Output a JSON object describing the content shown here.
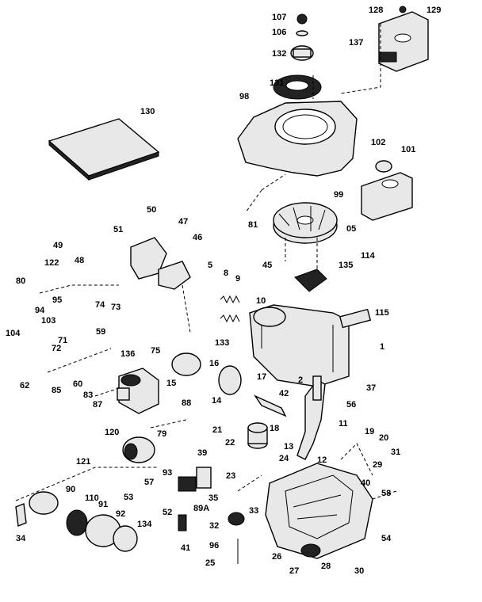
{
  "diagram": {
    "labels": [
      "107",
      "106",
      "128",
      "129",
      "137",
      "132",
      "131",
      "98",
      "130",
      "102",
      "101",
      "99",
      "81",
      "05",
      "114",
      "50",
      "47",
      "46",
      "51",
      "49",
      "48",
      "122",
      "80",
      "95",
      "74",
      "73",
      "94",
      "103",
      "104",
      "72",
      "71",
      "59",
      "75",
      "5",
      "8",
      "9",
      "10",
      "115",
      "45",
      "135",
      "133",
      "136",
      "16",
      "15",
      "17",
      "14",
      "1",
      "62",
      "85",
      "60",
      "83",
      "87",
      "88",
      "37",
      "42",
      "56",
      "2",
      "18",
      "21",
      "22",
      "11",
      "13",
      "120",
      "79",
      "39",
      "121",
      "93",
      "23",
      "24",
      "12",
      "19",
      "20",
      "31",
      "29",
      "40",
      "58",
      "57",
      "53",
      "52",
      "89A",
      "90",
      "110",
      "91",
      "92",
      "134",
      "34",
      "35",
      "33",
      "32",
      "96",
      "25",
      "26",
      "27",
      "28",
      "30",
      "54",
      "41"
    ]
  },
  "colors": {
    "ink": "#000000",
    "paper": "#ffffff"
  }
}
